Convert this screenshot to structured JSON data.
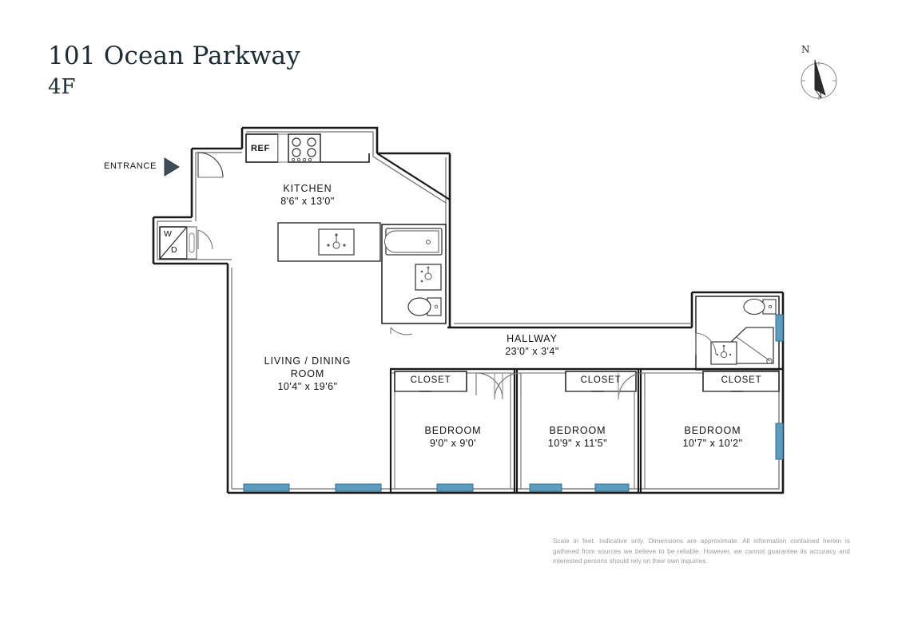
{
  "header": {
    "address": "101 Ocean Parkway",
    "unit": "4F"
  },
  "compass": {
    "north_label": "N",
    "icon": "compass-needle-icon"
  },
  "entrance": {
    "label": "ENTRANCE",
    "marker_icon": "entrance-arrow-icon"
  },
  "rooms": [
    {
      "id": "kitchen",
      "name": "KITCHEN",
      "dimensions": "8'6\" x 13'0\""
    },
    {
      "id": "living-dining",
      "name_line1": "LIVING / DINING",
      "name_line2": "ROOM",
      "dimensions": "10'4\" x 19'6\""
    },
    {
      "id": "hallway",
      "name": "HALLWAY",
      "dimensions": "23'0\" x 3'4\""
    },
    {
      "id": "bedroom-1",
      "name": "BEDROOM",
      "dimensions": "9'0\" x 9'0'"
    },
    {
      "id": "bedroom-2",
      "name": "BEDROOM",
      "dimensions": "10'9\" x 11'5\""
    },
    {
      "id": "bedroom-3",
      "name": "BEDROOM",
      "dimensions": "10'7\" x 10'2\""
    }
  ],
  "closets": [
    {
      "id": "closet-1",
      "label": "CLOSET"
    },
    {
      "id": "closet-2",
      "label": "CLOSET"
    },
    {
      "id": "closet-3",
      "label": "CLOSET"
    }
  ],
  "fixtures": {
    "refrigerator": "REF",
    "washer": "W",
    "dryer": "D",
    "stove_icon": "stove-burners-icon",
    "sink_icon": "sink-icon",
    "bathtub_icon": "bathtub-icon",
    "toilet_icon": "toilet-icon",
    "vanity_icon": "vanity-sink-icon",
    "corner_shower_icon": "corner-shower-icon"
  },
  "colors": {
    "wall": "#1a1a1a",
    "thin_line": "#6f6f6f",
    "window": "#5c9cbe",
    "window_stroke": "#2f6f90",
    "title_text": "#1d2b33",
    "disclaimer_text": "#9a9a9a"
  },
  "disclaimer": {
    "text": "Scale in feet. Indicative only. Dimensions are approximate. All information contained herein is gathered from sources we believe to be reliable. However, we cannot guarantee its accuracy and interested persons should rely on their own inquiries."
  }
}
